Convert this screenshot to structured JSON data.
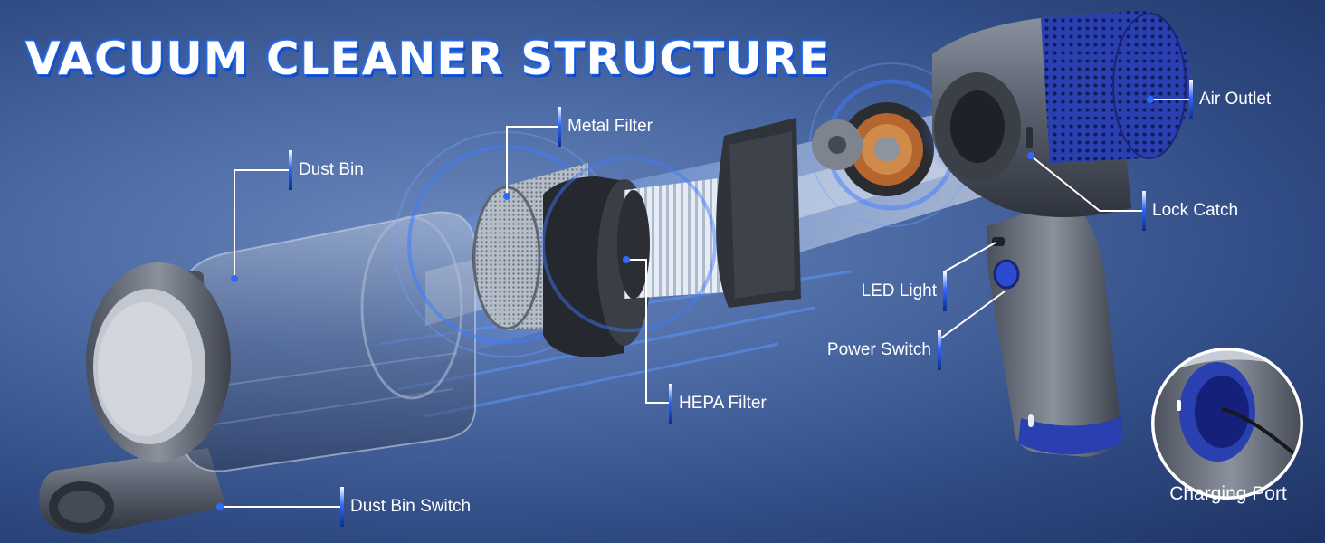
{
  "title": "VACUUM CLEANER STRUCTURE",
  "accent_color": "#2d69ff",
  "parts": {
    "dust_bin": "Dust Bin",
    "metal_filter": "Metal Filter",
    "hepa_filter": "HEPA Filter",
    "dust_bin_switch": "Dust Bin Switch",
    "air_outlet": "Air Outlet",
    "lock_catch": "Lock Catch",
    "led_light": "LED Light",
    "power_switch": "Power Switch",
    "charging_port": "Charging Port"
  }
}
